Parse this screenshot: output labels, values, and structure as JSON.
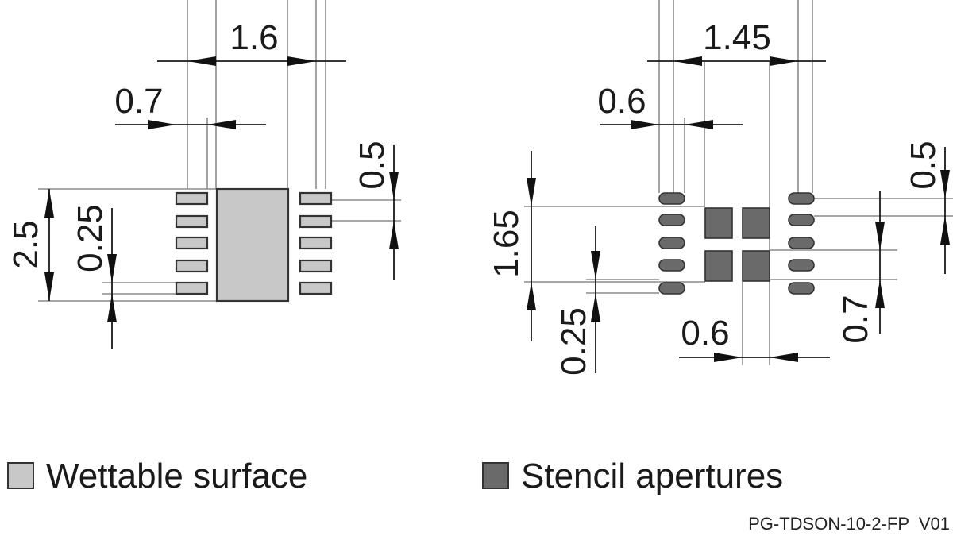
{
  "footprint_left": {
    "dim_width_top": "1.6",
    "dim_pad_length": "0.7",
    "dim_height": "2.5",
    "dim_pitch": "0.25",
    "dim_pad_width": "0.5"
  },
  "footprint_right": {
    "dim_width_top": "1.45",
    "dim_pad_length": "0.6",
    "dim_height": "1.65",
    "dim_pitch": "0.25",
    "dim_pad_width": "0.5",
    "dim_aperture_width": "0.6",
    "dim_aperture_height": "0.7"
  },
  "legend": {
    "wettable_label": "Wettable surface",
    "stencil_label": "Stencil apertures",
    "wettable_color": "#c8c8c8",
    "stencil_color": "#6a6a6a"
  },
  "drawing_code": "PG-TDSON-10-2-FP  V01"
}
